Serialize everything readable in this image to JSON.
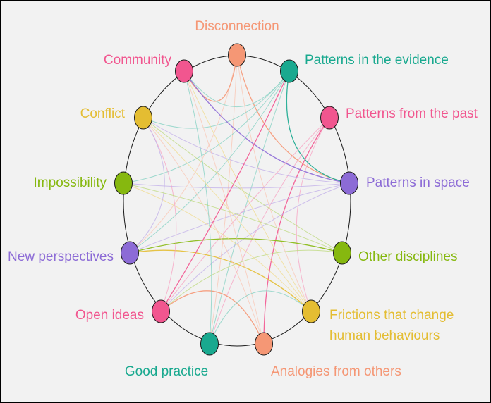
{
  "nodes": [
    {
      "id": "disconnection",
      "label": "Disconnection",
      "color": "#f59775"
    },
    {
      "id": "patterns-evidence",
      "label": "Patterns in the evidence",
      "color": "#19a98f"
    },
    {
      "id": "patterns-past",
      "label": "Patterns from the past",
      "color": "#f1568f"
    },
    {
      "id": "patterns-space",
      "label": "Patterns in space",
      "color": "#8c6bd6"
    },
    {
      "id": "other-disciplines",
      "label": "Other disciplines",
      "color": "#86b80f"
    },
    {
      "id": "frictions",
      "label": [
        "Frictions that change",
        "human behaviours"
      ],
      "color": "#e4bd32"
    },
    {
      "id": "analogies",
      "label": "Analogies from others",
      "color": "#f59775"
    },
    {
      "id": "good-practice",
      "label": "Good practice",
      "color": "#19a98f"
    },
    {
      "id": "open-ideas",
      "label": "Open ideas",
      "color": "#f1568f"
    },
    {
      "id": "new-perspectives",
      "label": "New perspectives",
      "color": "#8c6bd6"
    },
    {
      "id": "impossibility",
      "label": "Impossibility",
      "color": "#86b80f"
    },
    {
      "id": "conflict",
      "label": "Conflict",
      "color": "#e4bd32"
    },
    {
      "id": "community",
      "label": "Community",
      "color": "#f1568f"
    }
  ],
  "links": [
    [
      "disconnection",
      "patterns-space"
    ],
    [
      "disconnection",
      "frictions"
    ],
    [
      "disconnection",
      "good-practice"
    ],
    [
      "disconnection",
      "new-perspectives"
    ],
    [
      "disconnection",
      "community"
    ],
    [
      "patterns-evidence",
      "community"
    ],
    [
      "patterns-evidence",
      "conflict"
    ],
    [
      "patterns-evidence",
      "new-perspectives"
    ],
    [
      "patterns-evidence",
      "patterns-space"
    ],
    [
      "patterns-evidence",
      "good-practice"
    ],
    [
      "patterns-evidence",
      "impossibility"
    ],
    [
      "patterns-past",
      "open-ideas"
    ],
    [
      "patterns-past",
      "analogies"
    ],
    [
      "patterns-past",
      "good-practice"
    ],
    [
      "patterns-past",
      "frictions"
    ],
    [
      "patterns-space",
      "conflict"
    ],
    [
      "patterns-space",
      "community"
    ],
    [
      "patterns-space",
      "new-perspectives"
    ],
    [
      "patterns-space",
      "impossibility"
    ],
    [
      "patterns-space",
      "open-ideas"
    ],
    [
      "other-disciplines",
      "new-perspectives"
    ],
    [
      "other-disciplines",
      "conflict"
    ],
    [
      "other-disciplines",
      "open-ideas"
    ],
    [
      "frictions",
      "community"
    ],
    [
      "frictions",
      "new-perspectives"
    ],
    [
      "frictions",
      "impossibility"
    ],
    [
      "analogies",
      "community"
    ],
    [
      "analogies",
      "conflict"
    ],
    [
      "analogies",
      "open-ideas"
    ],
    [
      "good-practice",
      "community"
    ],
    [
      "good-practice",
      "frictions"
    ],
    [
      "open-ideas",
      "conflict"
    ],
    [
      "open-ideas",
      "patterns-evidence"
    ],
    [
      "new-perspectives",
      "conflict"
    ],
    [
      "impossibility",
      "other-disciplines"
    ],
    [
      "conflict",
      "frictions"
    ]
  ]
}
